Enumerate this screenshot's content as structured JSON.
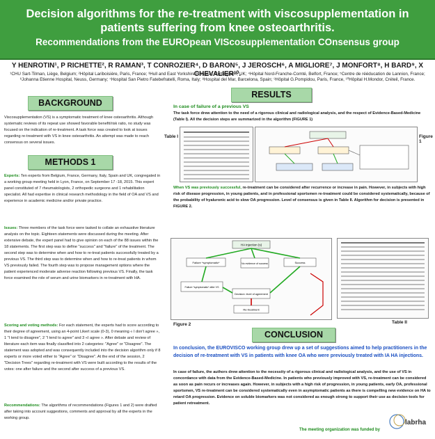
{
  "header": {
    "title": "Decision algorithms for the re-treatment with viscosupplementation in patients suffering from knee osteoarthritis.",
    "subtitle": "Recommendations from the EUROpean VIScosupplementation COnsensus group"
  },
  "authors": "Y HENROTIN¹, P RICHETTE², R RAMAN³, T CONROZIER⁴, D BARON⁵, J JEROSCH⁶, A MIGLIORE⁷, J MONFORT⁸, H BARD⁹, X CHEVALIER¹⁰.",
  "affiliations": "¹CHU Sart-Tilman, Liège, Belgium; ²Hôpital Lariboisière, Paris, France; ³Hull and East Yorkshire Hospital, Cottingham, UK; ⁴Hôpital Nord-Franche-Comté, Belfort, France; ⁵Centre de rééducation de Lannion, France; ⁶Johanna Etienne Hospital, Neuss, Germany; ⁷Hospital San Pietro Fatebefratelli, Roma, Italy; ⁸Hospital del Mar, Barcelona, Spain; ⁹Hôpital G.Pompidou, Paris, France, ¹⁰Hôpital H.Mondor, Créteil, France.",
  "background": {
    "heading": "BACKGROUND",
    "text": "Viscosupplementation (VS) is a symptomatic treatment of knee osteoarthritis. Although systematic reviews of its repeat use showed favorable benefit/risk ratio, no study was focused on the indication of re-treatment. A task force was created to look at issues regarding re-treatment with VS in knee osteoarthritis. An attempt was made to reach consensus on several issues."
  },
  "methods": {
    "heading": "METHODS 1",
    "experts_label": "Experts:",
    "experts_text": " Ten experts from Belgium, France, Germany, Italy, Spain and UK, congregated in a working group meeting held in Lyon, France, on September 17 -18, 2015. This expert panel constituted of 7 rheumatologists, 2 orthopedic surgeons and 1 rehabilitation specialist. All had expertise in clinical research methodology in the field of OA and VS and experience in academic medicine and/or private practice.",
    "issues_label": "Issues:",
    "issues_text": " Three members of the task force were tasked to collate an exhaustive literature analysis on the topic. Eighteen statements were discussed during the meeting. After extensive debate, the expert panel had to give opinion on each of the 88 issues within the 18 statements. The first step was to define \"success\" and \"failure\" of the treatment. The second step was to determine when and how to re-treat patients successfully treated by a previous VS. The third step was to determine when and how to re-treat patients in whom VS previously failed. The fourth step was to propose management options where the patient experienced moderate adverse reaction following previous VS. Finally, the task force examined the role of serum and urine biomarkers in re-treatment with HA.",
    "scoring_label": "Scoring and voting methods:",
    "scoring_text": " For each statement, the experts had to score according to their degree of agreement, using an 4-point Likert scale (0-3), 0 meaning « I don't agree », 1 \"I tend to disagree\", 2 \"I tend to agree\" and 3 «I agree ». After debate and review of literature each item was finally classified into 2 categories: \"Agree\" or \"Disagree\". The statement was adopted and was consequently included into the decision algorithm only if 8 experts or more voted either to \"Agree\" or \"Disagree\". At the end of the session, 2 \"Decision Trees\" regarding re-treatment with VS were built according to the results of the votes: one after failure and the second after success of a previous VS.",
    "recommendations_label": "Recommendations:",
    "recommendations_text": " The algorithms of recommendations (Figures 1 and 2) were drafted after taking into account suggestions, comments and approval by all the experts in the working group."
  },
  "results": {
    "heading": "RESULTS",
    "failure_heading": "In case of failure of a previous VS",
    "failure_text": "The task force drew attention to the need of a rigorous clinical and radiological analysis, and the respect of Evidence-Based-Medicine (Table I). All the decision steps are summarized in the algorithm (FIGURE 1)",
    "table1_label": "Table I",
    "figure1_label": "Figure 1",
    "success_heading": "When VS was previously successful,",
    "success_text": " re-treatment can be considered after recurrence or increase in pain. However, in subjects with high risk of disease progression, in young patients, and in professional sportsmen re-treatment could be considered systematically, because of the probability of hyaluronic acid to slow OA progression. Level of consensus is given in Table II. Algorithm for decision is presented in FIGURE 2.",
    "figure2_label": "Figure 2",
    "table2_label": "Table II",
    "fig2_nodes": {
      "top": "HA injection (s)",
      "left": "Failure *symptomatic*",
      "left2": "Failure *symptomatic* after VS",
      "mid": "No evidence of success",
      "right": "Success",
      "center": "Decision: level of agreement",
      "bottom": "Re-treatment"
    }
  },
  "conclusion": {
    "heading": "CONCLUSION",
    "lead": "In conclusion, the EUROVISCO working group drew up a set of suggestions aimed to help practitioners in the decision of re-treatment with VS in patients with knee OA who were previously treated with IA HA injections.",
    "text": "In case of failure, the authors drew attention to the necessity of a rigorous clinical and radiological analysis, and the use of VS in concordance with data from the Evidence-Based-Medicine. In patients who previously improved with VS, re-treatment can be considered as soon as pain recurs or increases again. However, in subjects with a high risk of progression, in young patients, early OA, professional sportsmen, VS re-treatment can be considered systematically even in asymptomatic patients as there is compelling new evidence on HA to retard OA progression. Evidence on soluble biomarkers was not considered as enough strong to support their use as decision tools for patient retreatment."
  },
  "footer": {
    "funded": "The meeting organization was funded by",
    "logo": "labrha"
  },
  "colors": {
    "header": "#3f9e3f",
    "banner": "#a8d8a8",
    "accent": "#1e8c1e"
  }
}
